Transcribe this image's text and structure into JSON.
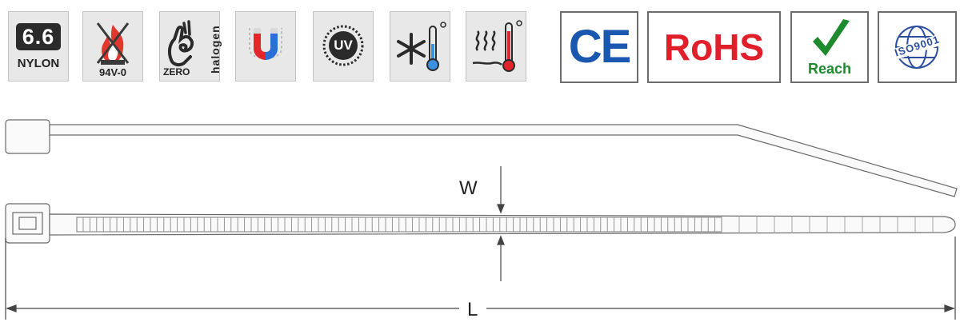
{
  "icons": {
    "nylon": {
      "grade": "6.6",
      "label": "NYLON"
    },
    "flame": {
      "rating": "94V-0"
    },
    "halogen": {
      "zero": "ZERO",
      "word": "halogen"
    },
    "magnet": {
      "name": "magnet-icon"
    },
    "uv": {
      "label": "UV"
    },
    "cold": {
      "name": "cold-temperature-icon"
    },
    "heat": {
      "name": "heat-temperature-icon"
    }
  },
  "certifications": {
    "ce": {
      "label": "CE",
      "color": "#1a57b0"
    },
    "rohs": {
      "label": "RoHS",
      "color": "#e01f2a"
    },
    "reach": {
      "label": "Reach",
      "color": "#1e8a2e"
    },
    "iso": {
      "label": "ISO9001",
      "color": "#2b4f9e"
    }
  },
  "dimensions": {
    "width_label": "W",
    "length_label": "L"
  }
}
